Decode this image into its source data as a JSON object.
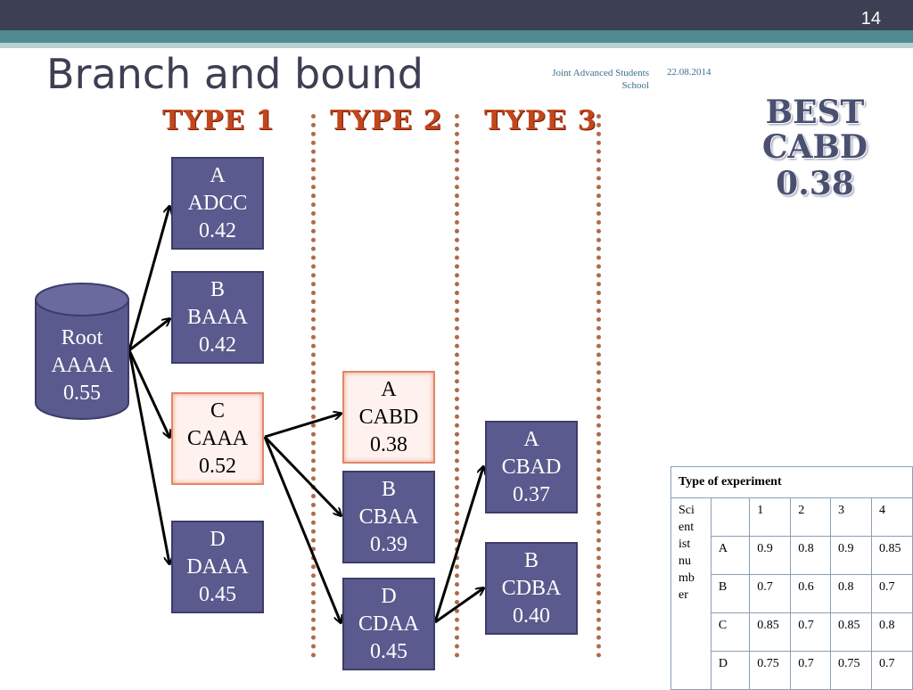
{
  "slide": {
    "page_number": "14",
    "title": "Branch and bound",
    "footer_school": "Joint Advanced Students School",
    "footer_date": "22.08.2014"
  },
  "types": [
    "TYPE 1",
    "TYPE 2",
    "TYPE 3"
  ],
  "best": {
    "line1": "BEST",
    "line2": "CABD",
    "line3": "0.38"
  },
  "root": {
    "line1": "Root",
    "line2": "AAAA",
    "line3": "0.55"
  },
  "nodes": {
    "a1": {
      "line1": "A",
      "line2": "ADCC",
      "line3": "0.42"
    },
    "b1": {
      "line1": "B",
      "line2": "BAAA",
      "line3": "0.42"
    },
    "c1": {
      "line1": "C",
      "line2": "CAAA",
      "line3": "0.52"
    },
    "d1": {
      "line1": "D",
      "line2": "DAAA",
      "line3": "0.45"
    },
    "a2": {
      "line1": "A",
      "line2": "CABD",
      "line3": "0.38"
    },
    "b2": {
      "line1": "B",
      "line2": "CBAA",
      "line3": "0.39"
    },
    "d2": {
      "line1": "D",
      "line2": "CDAA",
      "line3": "0.45"
    },
    "a3": {
      "line1": "A",
      "line2": "CBAD",
      "line3": "0.37"
    },
    "b3": {
      "line1": "B",
      "line2": "CDBA",
      "line3": "0.40"
    }
  },
  "table": {
    "header": "Type of experiment",
    "row_label": "Scientist number",
    "row_label_display": "Sci ent ist nu mb er",
    "columns": [
      "1",
      "2",
      "3",
      "4"
    ],
    "rows": [
      {
        "label": "A",
        "values": [
          "0.9",
          "0.8",
          "0.9",
          "0.85"
        ]
      },
      {
        "label": "B",
        "values": [
          "0.7",
          "0.6",
          "0.8",
          "0.7"
        ]
      },
      {
        "label": "C",
        "values": [
          "0.85",
          "0.7",
          "0.85",
          "0.8"
        ]
      },
      {
        "label": "D",
        "values": [
          "0.75",
          "0.7",
          "0.75",
          "0.7"
        ]
      }
    ]
  }
}
